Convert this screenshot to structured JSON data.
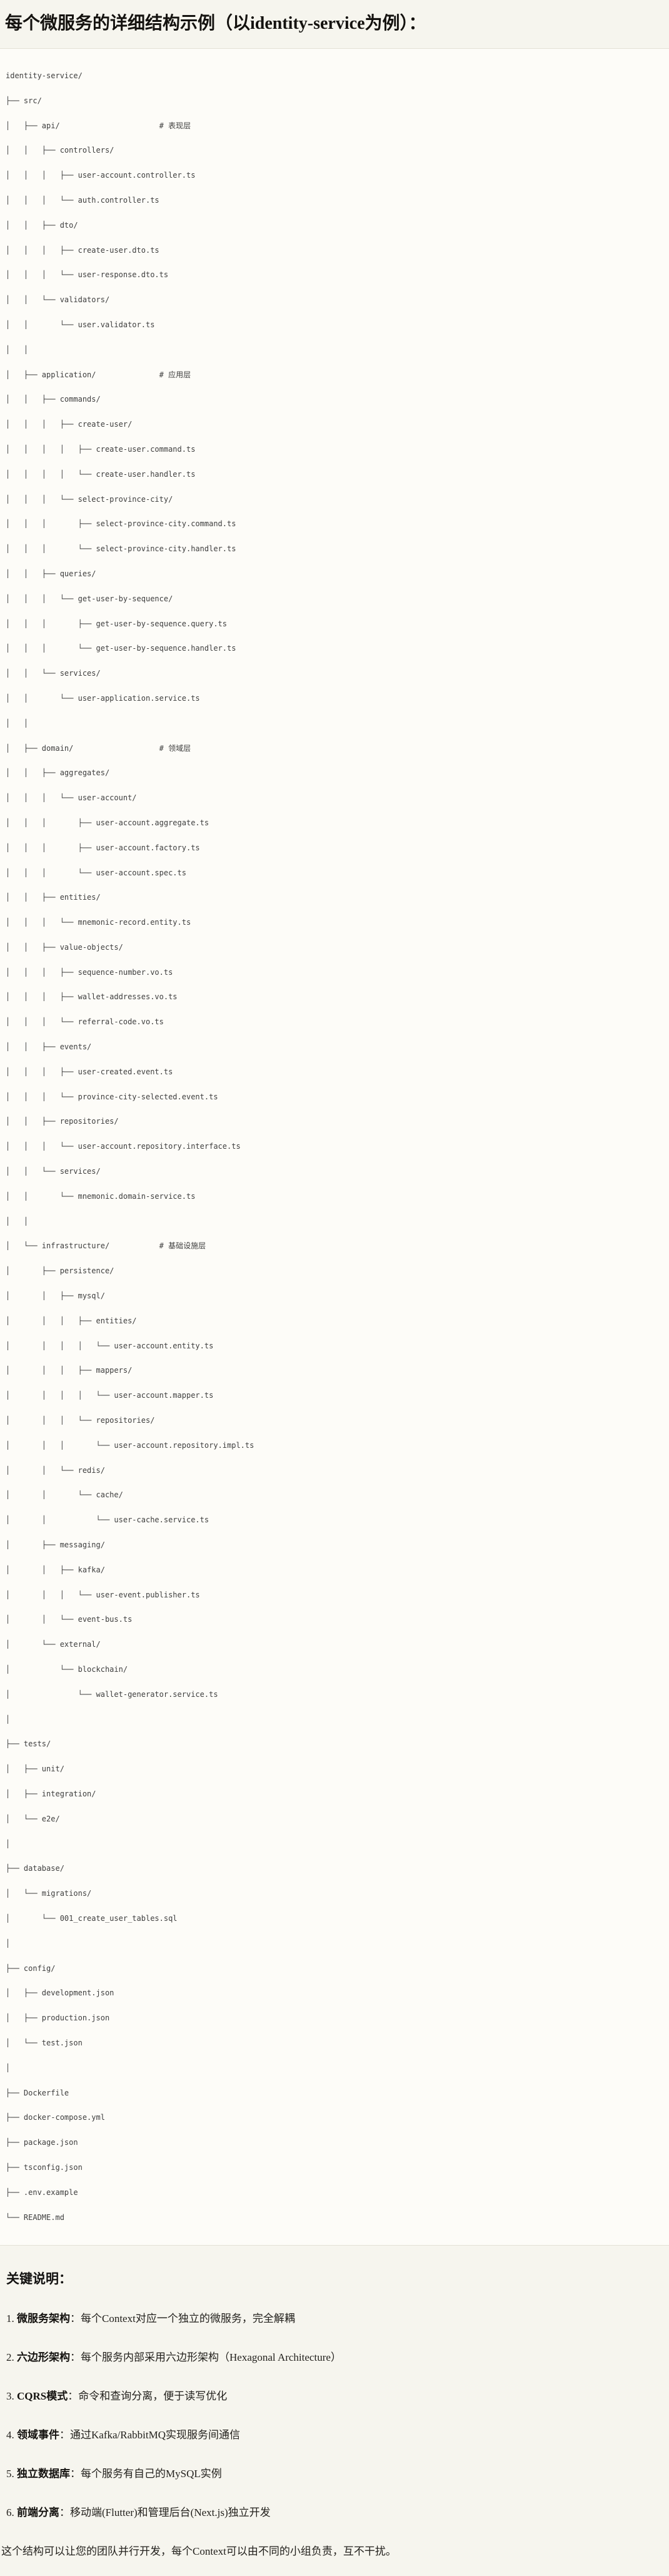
{
  "page": {
    "title": "每个微服务的详细结构示例（以identity-service为例）："
  },
  "tree": {
    "root": "identity-service/",
    "layer_comments": [
      "# 表现层",
      "# 应用层",
      "# 领域层",
      "# 基础设施层"
    ],
    "text": "identity-service/\n├── src/\n│   ├── api/                      # 表现层\n│   │   ├── controllers/\n│   │   │   ├── user-account.controller.ts\n│   │   │   └── auth.controller.ts\n│   │   ├── dto/\n│   │   │   ├── create-user.dto.ts\n│   │   │   └── user-response.dto.ts\n│   │   └── validators/\n│   │       └── user.validator.ts\n│   │\n│   ├── application/              # 应用层\n│   │   ├── commands/\n│   │   │   ├── create-user/\n│   │   │   │   ├── create-user.command.ts\n│   │   │   │   └── create-user.handler.ts\n│   │   │   └── select-province-city/\n│   │   │       ├── select-province-city.command.ts\n│   │   │       └── select-province-city.handler.ts\n│   │   ├── queries/\n│   │   │   └── get-user-by-sequence/\n│   │   │       ├── get-user-by-sequence.query.ts\n│   │   │       └── get-user-by-sequence.handler.ts\n│   │   └── services/\n│   │       └── user-application.service.ts\n│   │\n│   ├── domain/                   # 领域层\n│   │   ├── aggregates/\n│   │   │   └── user-account/\n│   │   │       ├── user-account.aggregate.ts\n│   │   │       ├── user-account.factory.ts\n│   │   │       └── user-account.spec.ts\n│   │   ├── entities/\n│   │   │   └── mnemonic-record.entity.ts\n│   │   ├── value-objects/\n│   │   │   ├── sequence-number.vo.ts\n│   │   │   ├── wallet-addresses.vo.ts\n│   │   │   └── referral-code.vo.ts\n│   │   ├── events/\n│   │   │   ├── user-created.event.ts\n│   │   │   └── province-city-selected.event.ts\n│   │   ├── repositories/\n│   │   │   └── user-account.repository.interface.ts\n│   │   └── services/\n│   │       └── mnemonic.domain-service.ts\n│   │\n│   └── infrastructure/           # 基础设施层\n│       ├── persistence/\n│       │   ├── mysql/\n│       │   │   ├── entities/\n│       │   │   │   └── user-account.entity.ts\n│       │   │   ├── mappers/\n│       │   │   │   └── user-account.mapper.ts\n│       │   │   └── repositories/\n│       │   │       └── user-account.repository.impl.ts\n│       │   └── redis/\n│       │       └── cache/\n│       │           └── user-cache.service.ts\n│       ├── messaging/\n│       │   ├── kafka/\n│       │   │   └── user-event.publisher.ts\n│       │   └── event-bus.ts\n│       └── external/\n│           └── blockchain/\n│               └── wallet-generator.service.ts\n│\n├── tests/\n│   ├── unit/\n│   ├── integration/\n│   └── e2e/\n│\n├── database/\n│   └── migrations/\n│       └── 001_create_user_tables.sql\n│\n├── config/\n│   ├── development.json\n│   ├── production.json\n│   └── test.json\n│\n├── Dockerfile\n├── docker-compose.yml\n├── package.json\n├── tsconfig.json\n├── .env.example\n└── README.md"
  },
  "notes": {
    "heading": "关键说明：",
    "items": [
      {
        "num": "1. ",
        "label": "微服务架构",
        "rest": "：每个Context对应一个独立的微服务，完全解耦"
      },
      {
        "num": "2. ",
        "label": "六边形架构",
        "rest": "：每个服务内部采用六边形架构（Hexagonal Architecture）"
      },
      {
        "num": "3. ",
        "label": "CQRS模式",
        "rest": "：命令和查询分离，便于读写优化"
      },
      {
        "num": "4. ",
        "label": "领域事件",
        "rest": "：通过Kafka/RabbitMQ实现服务间通信"
      },
      {
        "num": "5. ",
        "label": "独立数据库",
        "rest": "：每个服务有自己的MySQL实例"
      },
      {
        "num": "6. ",
        "label": "前端分离",
        "rest": "：移动端(Flutter)和管理后台(Next.js)独立开发"
      }
    ],
    "footer": "这个结构可以让您的团队并行开发，每个Context可以由不同的小组负责，互不干扰。"
  }
}
